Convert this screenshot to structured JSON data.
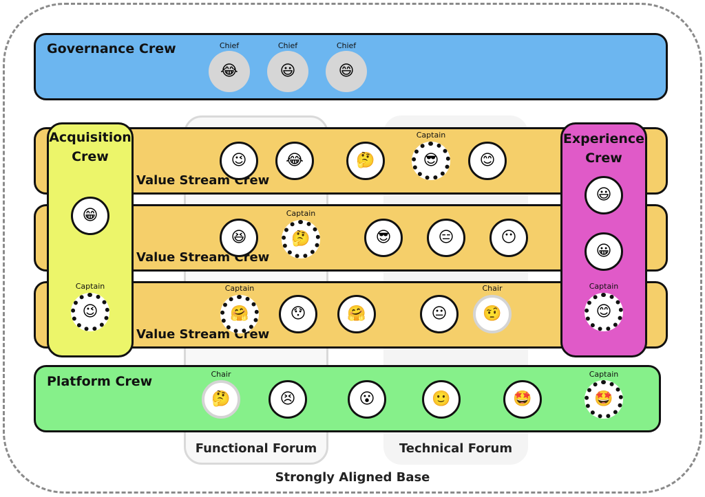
{
  "base_label": "Strongly Aligned Base",
  "forums": {
    "functional": "Functional Forum",
    "technical": "Technical Forum"
  },
  "crews": {
    "governance": "Governance Crew",
    "acquisition": "Acquisition Crew",
    "experience": "Experience Crew",
    "platform": "Platform Crew",
    "value_stream": [
      "Value Stream Crew",
      "Value Stream Crew",
      "Value Stream Crew"
    ]
  },
  "roles": {
    "chief": "Chief",
    "captain": "Captain",
    "chair": "Chair"
  },
  "colors": {
    "governance": "#6cb6f0",
    "value_stream": "#f5cf6a",
    "platform": "#86f08a",
    "acquisition": "#ecf56a",
    "experience": "#e05ac8"
  },
  "members": {
    "governance": [
      "😂",
      "😃",
      "😄"
    ],
    "vs1": [
      "😉",
      "😂",
      "🤔",
      "😎",
      "😊"
    ],
    "vs2": [
      "😆",
      "🤔",
      "😎",
      "😑",
      "😶"
    ],
    "vs3": [
      "🤗",
      "😯",
      "🤗",
      "😐",
      "🤨"
    ],
    "platform": [
      "🤔",
      "😣",
      "😮",
      "🙂",
      "🤩",
      "🤩"
    ],
    "acquisition": [
      "😁",
      "😉"
    ],
    "experience": [
      "😃",
      "😀",
      "😊"
    ]
  }
}
